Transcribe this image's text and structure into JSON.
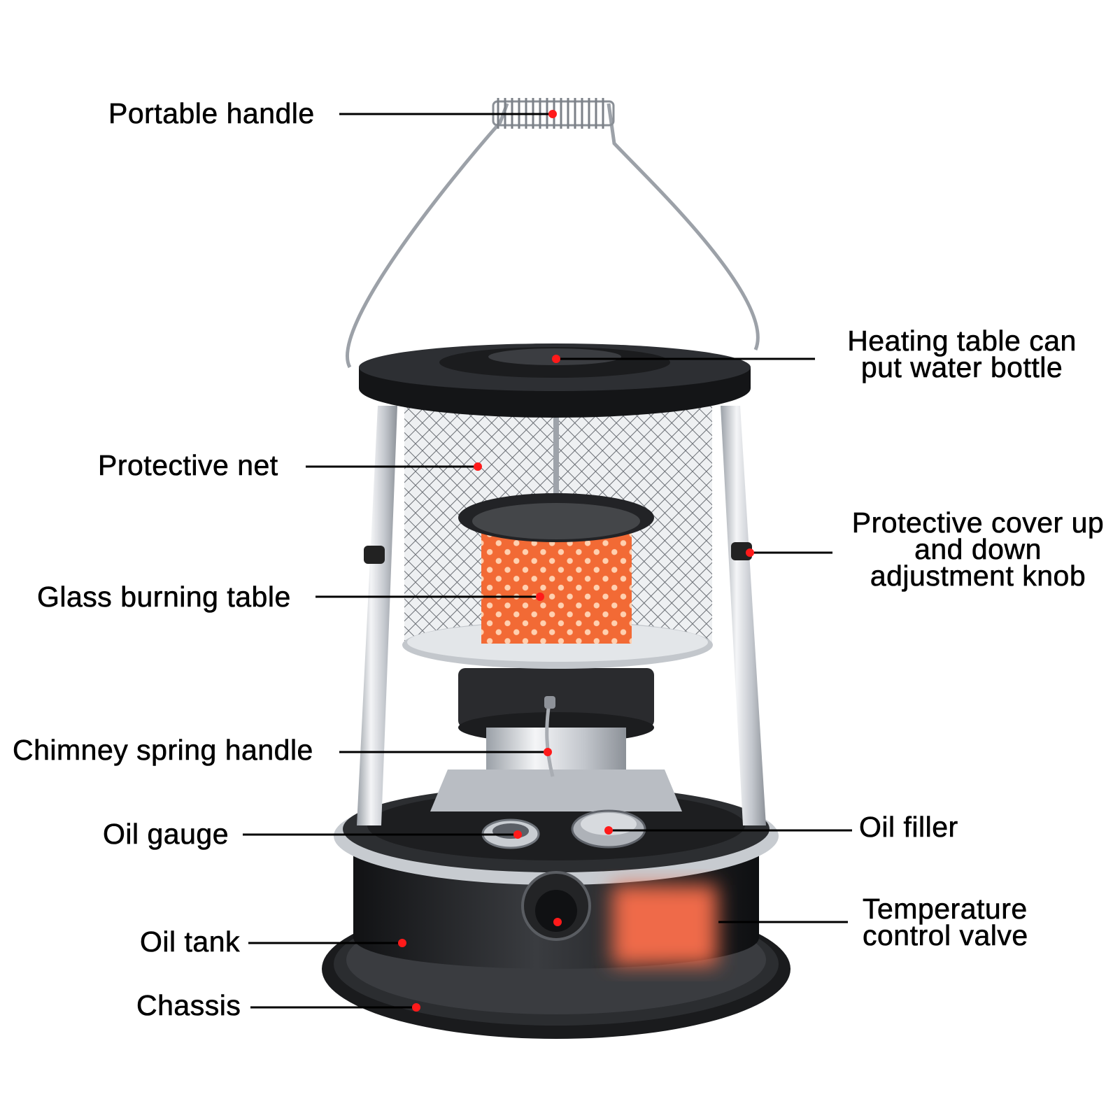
{
  "colors": {
    "background": "#ffffff",
    "text": "#000000",
    "leader_line": "#000000",
    "marker_dot": "#ff1a1a",
    "heater_black": "#1c1c1e",
    "heater_steel": "#c9ccd1",
    "flame_orange": "#f0602a"
  },
  "labels": {
    "portable_handle": "Portable handle",
    "heating_table": [
      "Heating table can",
      "put water bottle"
    ],
    "protective_net": "Protective net",
    "adjustment_knob": [
      "Protective cover up",
      "and down",
      "adjustment knob"
    ],
    "glass_burning_table": "Glass burning table",
    "chimney_spring_handle": "Chimney spring handle",
    "oil_gauge": "Oil gauge",
    "oil_filler": "Oil filler",
    "temperature_control_valve": [
      "Temperature",
      "control valve"
    ],
    "oil_tank": "Oil tank",
    "chassis": "Chassis"
  }
}
